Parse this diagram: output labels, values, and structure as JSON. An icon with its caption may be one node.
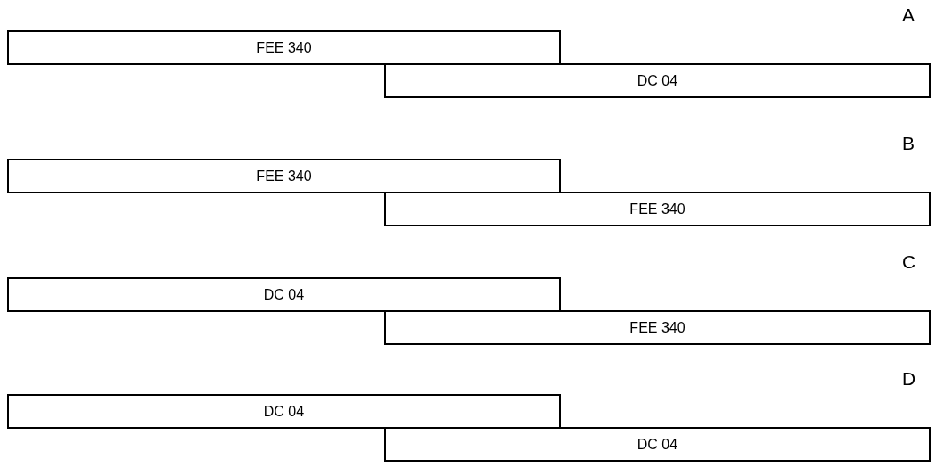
{
  "diagram": {
    "nodes": [
      {
        "text": [
          "FEE 340"
        ]
      },
      {
        "text": [
          "DC 04"
        ]
      },
      {
        "text": [
          "FEE 340"
        ]
      },
      {
        "text": [
          "FEE 340"
        ]
      },
      {
        "text": [
          "DC 04"
        ]
      },
      {
        "text": [
          "FEE 340"
        ]
      },
      {
        "text": [
          "DC 04"
        ]
      },
      {
        "text": [
          "DC 04"
        ]
      }
    ],
    "labels": [
      "A",
      "B",
      "C",
      "D"
    ]
  }
}
